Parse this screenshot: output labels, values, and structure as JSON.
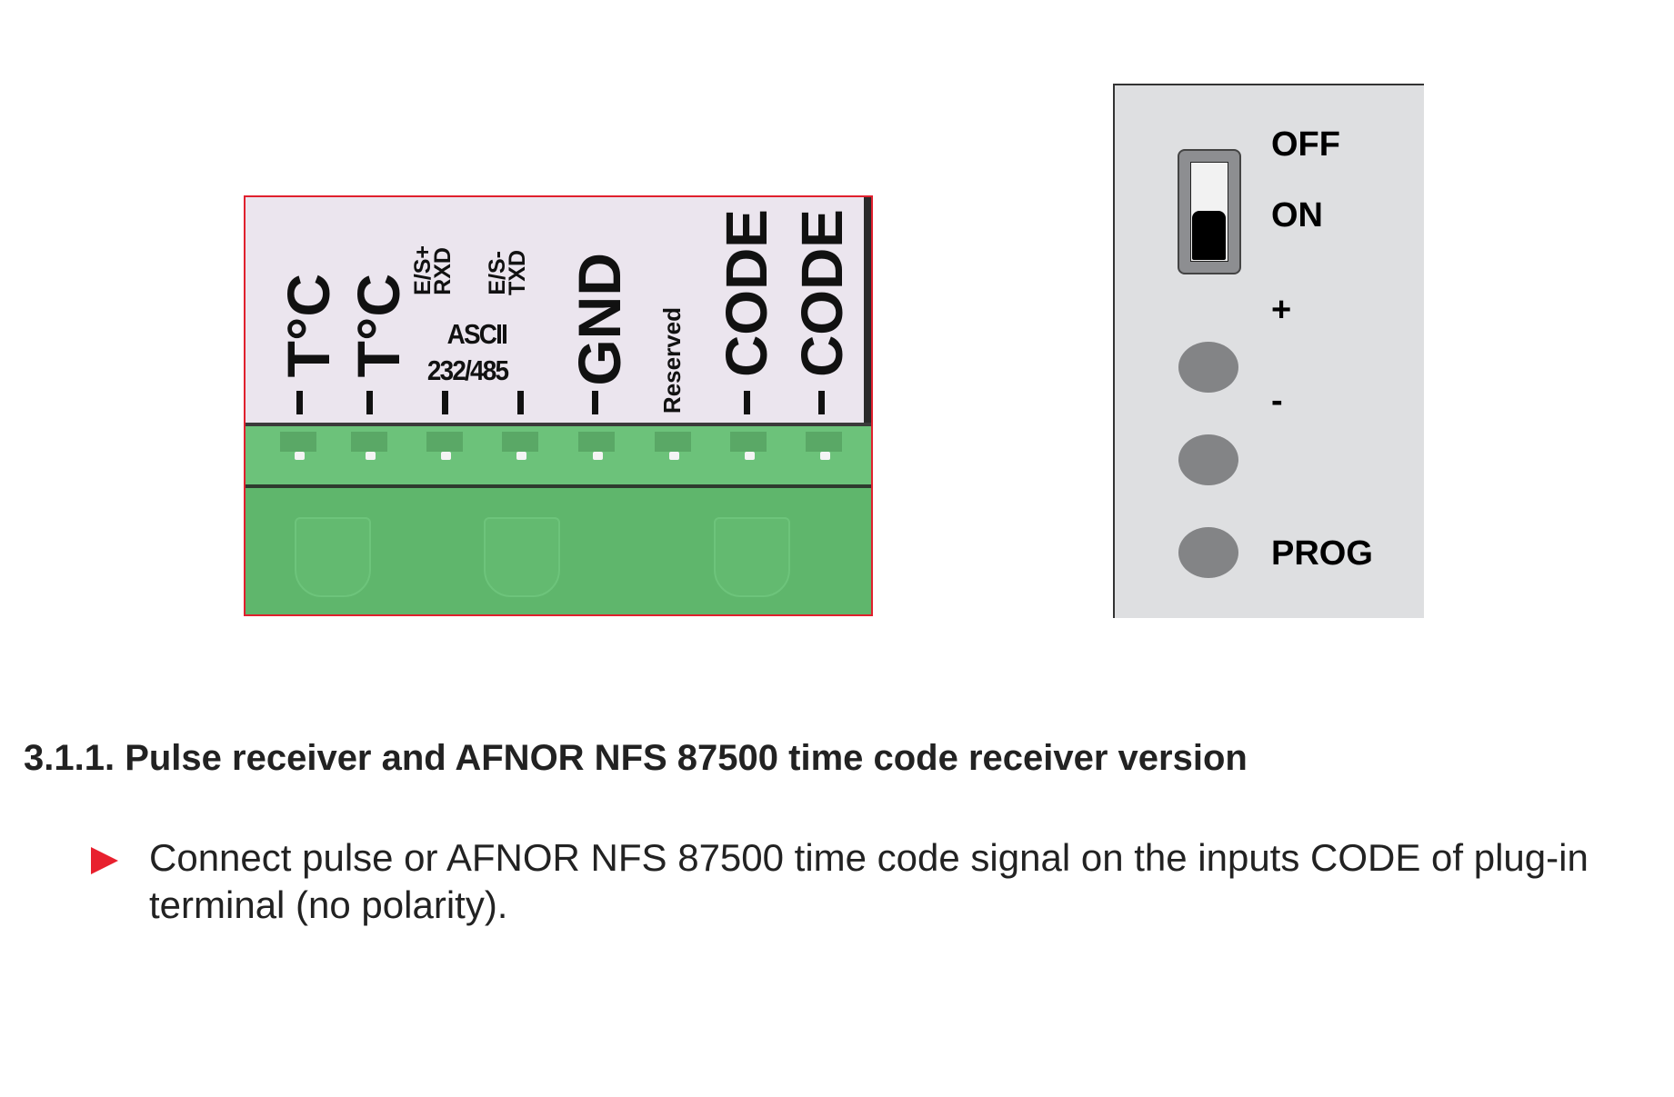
{
  "terminal": {
    "labels": [
      "T°C",
      "T°C",
      "E/S+",
      "RXD",
      "E/S-",
      "TXD",
      "ASCII",
      "232/485",
      "GND",
      "Reserved",
      "CODE",
      "CODE"
    ]
  },
  "panel": {
    "switch_off": "OFF",
    "switch_on": "ON",
    "switch_state": "ON",
    "plus": "+",
    "minus": "-",
    "prog": "PROG"
  },
  "section": {
    "heading": "3.1.1. Pulse receiver and AFNOR NFS 87500 time code receiver version",
    "bullet_text": "Connect pulse or AFNOR NFS 87500 time code signal on the inputs CODE of plug-in terminal (no polarity)."
  },
  "colors": {
    "accent": "#e8202e",
    "terminal_green": "#5fb46c",
    "panel_bg": "#dedfe1"
  }
}
